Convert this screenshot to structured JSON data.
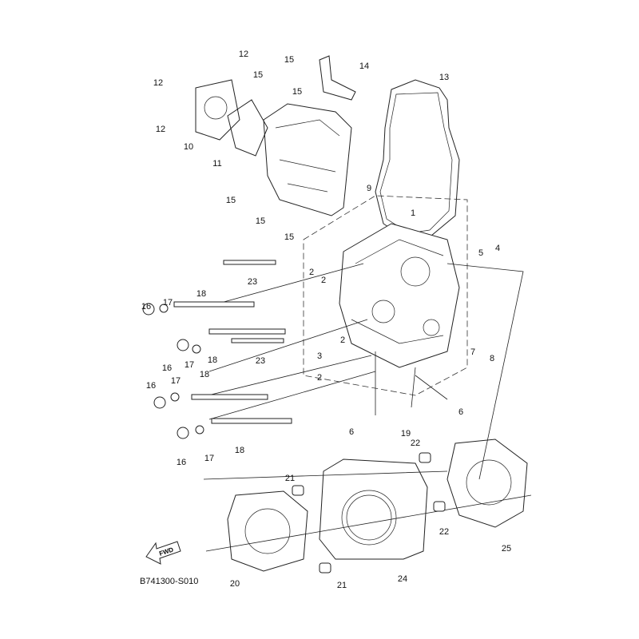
{
  "diagram_code": "B741300-S010",
  "fwd_label": "FWD",
  "labels": [
    "12",
    "12",
    "12",
    "10",
    "11",
    "15",
    "14",
    "15",
    "15",
    "13",
    "9",
    "15",
    "15",
    "15",
    "1",
    "23",
    "5",
    "4",
    "2",
    "2",
    "18",
    "17",
    "16",
    "3",
    "2",
    "2",
    "7",
    "8",
    "18",
    "23",
    "16",
    "17",
    "17",
    "18",
    "16",
    "6",
    "19",
    "6",
    "22",
    "16",
    "17",
    "18",
    "21",
    "22",
    "25",
    "20",
    "21",
    "24"
  ]
}
